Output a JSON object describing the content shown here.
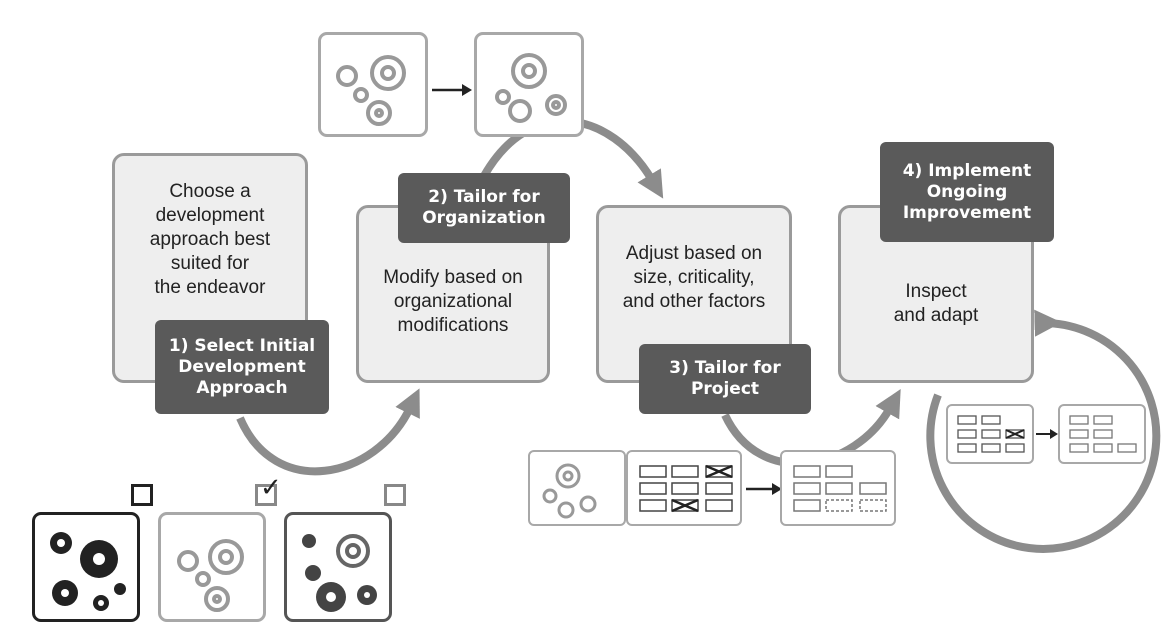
{
  "steps": [
    {
      "label": "1) Select Initial\nDevelopment\nApproach",
      "description": "Choose a\ndevelopment\napproach best\nsuited for\nthe endeavor"
    },
    {
      "label": "2) Tailor for\nOrganization",
      "description": "Modify based on\norganizational\nmodifications"
    },
    {
      "label": "3) Tailor for\nProject",
      "description": "Adjust based on\nsize, criticality,\nand other factors"
    },
    {
      "label": "4) Implement\nOngoing\nImprovement",
      "description": "Inspect\nand adapt"
    }
  ],
  "approach_options": [
    {
      "checkbox": "unchecked",
      "icon": "gears-black-icon"
    },
    {
      "checkbox": "checked",
      "icon": "gears-grey-icon"
    },
    {
      "checkbox": "unchecked",
      "icon": "gears-dark-icon"
    }
  ],
  "icons": {
    "gear": "gear-icon",
    "arrow": "arrow-right-icon",
    "grid": "process-grid-icon",
    "removed_cell": "x-cell-icon",
    "dashed_cell": "dashed-cell-icon"
  },
  "colors": {
    "box_fill": "#eeeeee",
    "box_border": "#9a9a9a",
    "label_fill": "#5a5a5a",
    "flow_arrow": "#8c8c8c",
    "icon_grey": "#999999",
    "icon_black": "#222222"
  }
}
